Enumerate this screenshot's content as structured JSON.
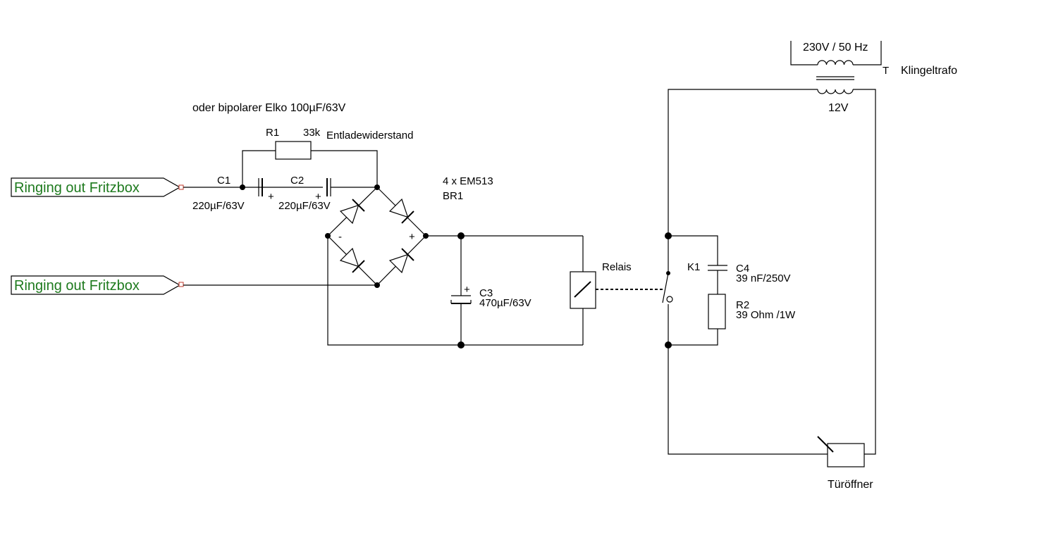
{
  "ports": {
    "in1": "Ringing out Fritzbox",
    "in2": "Ringing out Fritzbox"
  },
  "notes": {
    "bipolar": "oder bipolarer Elko 100µF/63V"
  },
  "components": {
    "r1": {
      "ref": "R1",
      "value": "33k",
      "note": "Entladewiderstand"
    },
    "c1": {
      "ref": "C1",
      "value": "220µF/63V"
    },
    "c2": {
      "ref": "C2",
      "value": "220µF/63V"
    },
    "br1": {
      "type": "4 x EM513",
      "ref": "BR1"
    },
    "c3": {
      "ref": "C3",
      "value": "470µF/63V"
    },
    "relay": {
      "name": "Relais"
    },
    "k1": {
      "ref": "K1"
    },
    "c4": {
      "ref": "C4",
      "value": "39 nF/250V"
    },
    "r2": {
      "ref": "R2",
      "value": "39 Ohm /1W"
    },
    "trafo": {
      "primary": "230V / 50 Hz",
      "ref": "T",
      "name": "Klingeltrafo",
      "secondary": "12V"
    },
    "opener": {
      "name": "Türöffner"
    }
  },
  "symbols": {
    "plus": "+",
    "minus": "-"
  }
}
